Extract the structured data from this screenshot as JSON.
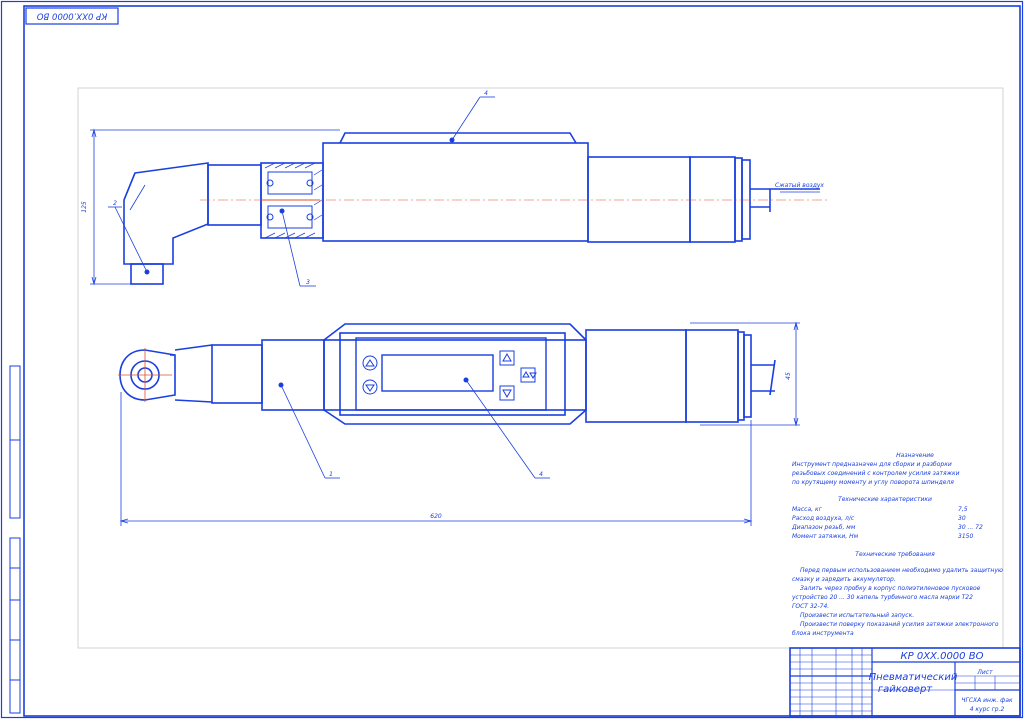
{
  "sheet": {
    "corner_code": "КР 0XX.0000 ВО",
    "doc_code": "КР 0XX.0000 ВО",
    "title_line1": "Пневматический",
    "title_line2": "гайковерт"
  },
  "dimensions": {
    "height_side": "125",
    "height_top": "45",
    "length": "620"
  },
  "callouts": [
    "1",
    "2",
    "3",
    "4",
    "4"
  ],
  "labels": {
    "air_inlet": "Сжатый воздух"
  },
  "notes": {
    "purpose_heading": "Назначение",
    "purpose_lines": [
      "Инструмент предназначен для сборки и разборки",
      "резьбовых соединений с контролем усилия затяжки",
      "по крутящему моменту и углу поворота шпинделя"
    ],
    "specs_heading": "Технические характеристики",
    "specs": [
      {
        "label": "Масса, кг",
        "value": "7,5"
      },
      {
        "label": "Расход воздуха, л/с",
        "value": "30"
      },
      {
        "label": "Диапазон резьб, мм",
        "value": "30 ... 72"
      },
      {
        "label": "Момент затяжки, Нм",
        "value": "3150"
      }
    ],
    "req_heading": "Технические требования",
    "req_lines": [
      "Перед первым использованием необходимо удалить защитную",
      "смазку и зарядить аккумулятор.",
      "Залить через пробку в корпус полиэтиленовое пусковое",
      "устройство 20 ... 30 капель турбинного масла марки Т22",
      "ГОСТ 32-74.",
      "Произвести испытательный запуск.",
      "Произвести поверку показаний усилия затяжки электронного",
      "блока инструмента"
    ]
  },
  "title_block": {
    "sheet_info": "Лист",
    "group": "ЧГСХА инж. фак",
    "group2": "4 курс гр.2"
  }
}
